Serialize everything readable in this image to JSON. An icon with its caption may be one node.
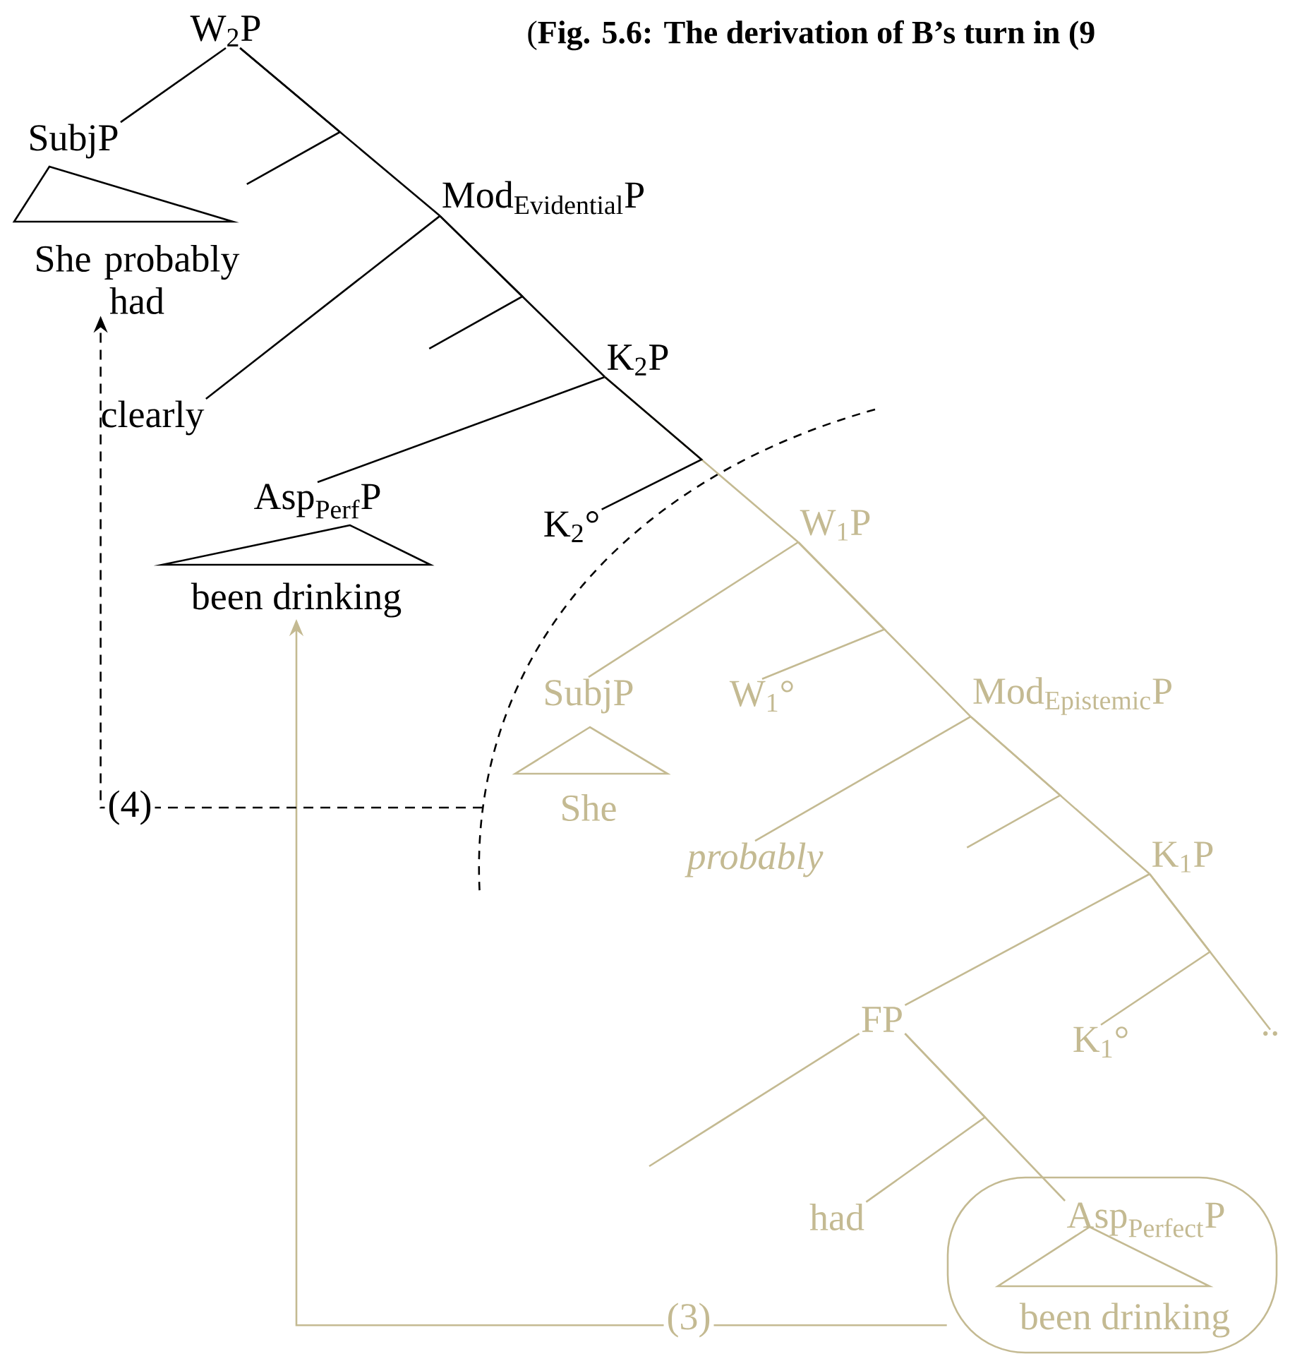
{
  "diagram": {
    "title": "(**Fig. 5.6: The derivation of B’s turn in (9**",
    "nodes": [
      {
        "text": [
          "W$_{2}$P"
        ]
      },
      {
        "text": [
          "SubjP"
        ]
      },
      {
        "text": [
          "She probably had"
        ]
      },
      {
        "text": [
          "\\mathrm{Mod}_{\\mathrm{Evidential}}\\mathrm{P}"
        ]
      },
      {
        "text": [
          "clearly"
        ]
      },
      {
        "text": [
          "K$_{2}$P"
        ]
      },
      {
        "text": [
          "K$_{2}$°"
        ]
      },
      {
        "text": [
          "\\mathrm{Asp}_{\\mathrm{Perf}}\\mathrm{P}"
        ]
      },
      {
        "text": [
          "been drinking"
        ]
      },
      {
        "text": [
          "W$_{1}$P"
        ]
      },
      {
        "text": [
          "SubjP"
        ]
      },
      {
        "text": [
          "W$_{1}$°"
        ]
      },
      {
        "text": [
          "\\mathrm{Mod}_{\\mathrm{Epistemic}}\\mathrm{P}"
        ]
      },
      {
        "text": [
          "She"
        ]
      },
      {
        "text": [
          "probably"
        ]
      },
      {
        "text": [
          "K$_{1}$P"
        ]
      },
      {
        "text": [
          "FP"
        ]
      },
      {
        "text": [
          "K$_{1}$°"
        ]
      },
      {
        "text": [
          ".."
        ]
      },
      {
        "text": [
          "had"
        ]
      },
      {
        "text": [],
        "shape": "box"
      },
      {
        "text": [
          "\\mathrm{Asp}_{\\mathrm{Perfect}}\\mathrm{P}"
        ],
        "in": 20
      },
      {
        "text": [
          "been drinking"
        ],
        "in": 20
      }
    ],
    "edges": [
      {
        "from": 0,
        "to": 1,
        "arrow": "none",
        "color": "#000000"
      },
      {
        "from": 0,
        "to": 3,
        "arrow": "none",
        "color": "#000000"
      },
      {
        "from": 0,
        "to": null,
        "arrow": "none",
        "color": "#000000"
      },
      {
        "from": 3,
        "to": 4,
        "arrow": "none",
        "color": "#000000"
      },
      {
        "from": 3,
        "to": 5,
        "arrow": "none",
        "color": "#000000"
      },
      {
        "from": 3,
        "to": null,
        "arrow": "none",
        "color": "#000000"
      },
      {
        "from": 5,
        "to": 7,
        "arrow": "none",
        "color": "#000000"
      },
      {
        "from": 5,
        "to": 9,
        "arrow": "none",
        "color": "#c4ba92"
      },
      {
        "from": 5,
        "to": 6,
        "arrow": "none",
        "color": "#000000"
      },
      {
        "from": 9,
        "to": 10,
        "arrow": "none",
        "color": "#c4ba92"
      },
      {
        "from": 9,
        "to": 12,
        "arrow": "none",
        "color": "#c4ba92"
      },
      {
        "from": 9,
        "to": 11,
        "arrow": "none",
        "color": "#c4ba92"
      },
      {
        "from": 12,
        "to": 14,
        "arrow": "none",
        "color": "#c4ba92"
      },
      {
        "from": 12,
        "to": 15,
        "arrow": "none",
        "color": "#c4ba92"
      },
      {
        "from": 12,
        "to": null,
        "arrow": "none",
        "color": "#c4ba92"
      },
      {
        "from": 15,
        "to": 16,
        "arrow": "none",
        "color": "#c4ba92"
      },
      {
        "from": 15,
        "to": 18,
        "arrow": "none",
        "color": "#c4ba92"
      },
      {
        "from": 15,
        "to": 17,
        "arrow": "none",
        "color": "#c4ba92"
      },
      {
        "from": 16,
        "to": null,
        "arrow": "none",
        "color": "#c4ba92"
      },
      {
        "from": 16,
        "to": 21,
        "arrow": "none",
        "color": "#c4ba92"
      },
      {
        "from": 16,
        "to": 19,
        "arrow": "none",
        "color": "#c4ba92"
      },
      {
        "from": 20,
        "to": 8,
        "arrow": "to",
        "label": "(3)",
        "color": "#c4ba92"
      },
      {
        "from": null,
        "to": 2,
        "arrow": "to",
        "label": "(4)",
        "style": "dashed",
        "color": "#000000"
      }
    ]
  }
}
